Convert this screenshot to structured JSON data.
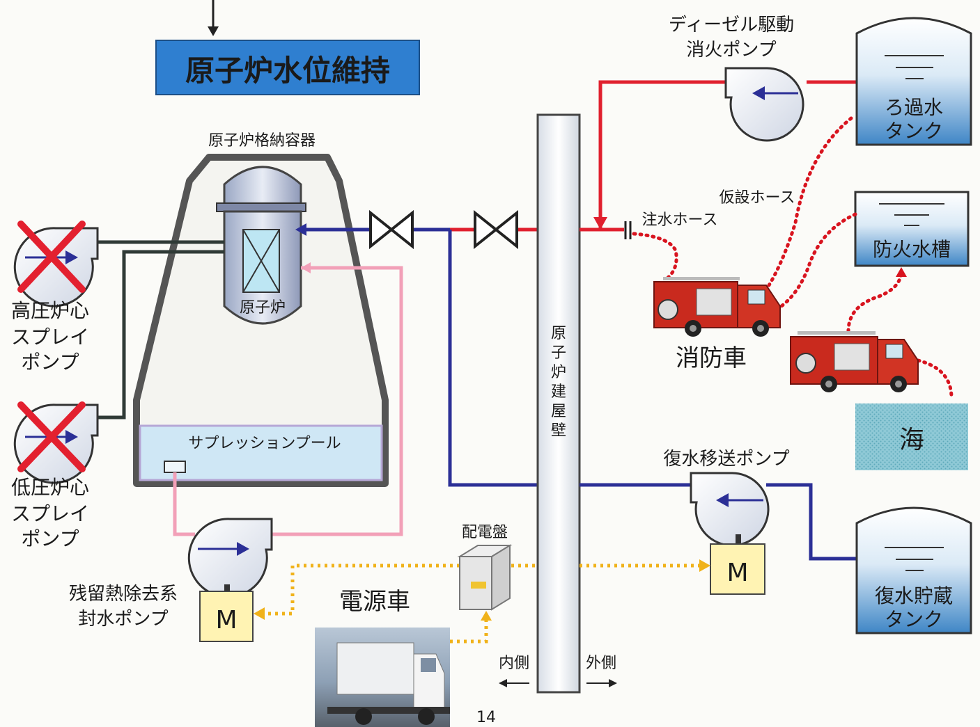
{
  "title": "原子炉水位維持",
  "containment_label": "原子炉格納容器",
  "reactor_label": "原子炉",
  "suppression_pool_label": "サプレッションプール",
  "hpcs_label": [
    "高圧炉心",
    "スプレイ",
    "ポンプ"
  ],
  "lpcs_label": [
    "低圧炉心",
    "スプレイ",
    "ポンプ"
  ],
  "rhr_label": [
    "残留熱除去系",
    "封水ポンプ"
  ],
  "motor_label": "M",
  "switchboard_label": "配電盤",
  "power_truck_label": "電源車",
  "building_wall_label": [
    "原",
    "子",
    "炉",
    "建",
    "屋",
    "壁"
  ],
  "inside_label": "内側",
  "outside_label": "外側",
  "diesel_pump_label": [
    "ディーゼル駆動",
    "消火ポンプ"
  ],
  "filtered_tank_label": [
    "ろ過水",
    "タンク"
  ],
  "temp_hose_label": "仮設ホース",
  "injection_hose_label": "注水ホース",
  "fire_cistern_label": "防火水槽",
  "fire_truck_label": "消防車",
  "sea_label": "海",
  "condensate_pump_label": "復水移送ポンプ",
  "condensate_tank_label": [
    "復水貯蔵",
    "タンク"
  ],
  "page_number": "14",
  "colors": {
    "red_line": "#e0202e",
    "blue_line": "#2b2f96",
    "pink_line": "#f2a0b8",
    "power_line": "#f0b21a",
    "hose": "#d8141f",
    "title_bg": "#2f7fd0",
    "tank_top": "#ffffff",
    "tank_bottom": "#3f86c6",
    "motor_fill": "#fff3b3"
  }
}
